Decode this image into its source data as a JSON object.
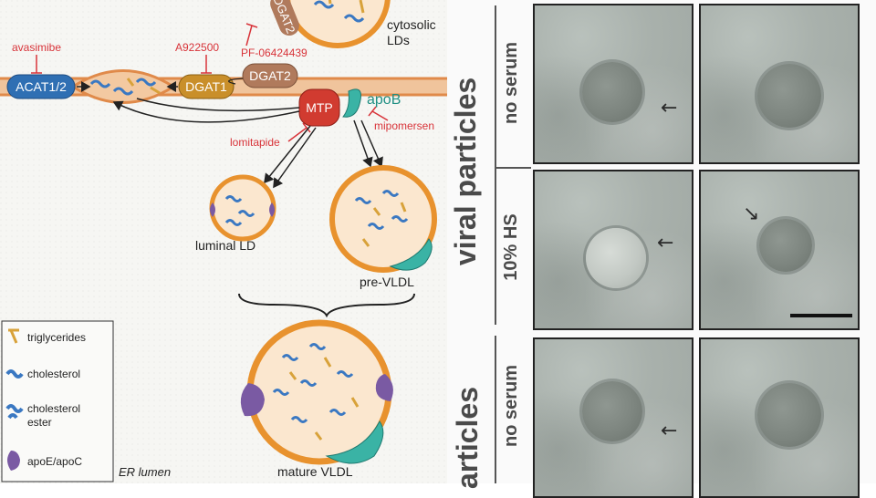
{
  "diagram": {
    "inhibitors": {
      "avasimibe": "avasimibe",
      "a922500": "A922500",
      "pf06424439": "PF-06424439",
      "lomitapide": "lomitapide",
      "mipomersen": "mipomersen"
    },
    "enzymes": {
      "acat": "ACAT1/2",
      "dgat1": "DGAT1",
      "dgat2": "DGAT2",
      "dgat2_top": "DGAT2",
      "mtp": "MTP",
      "apob": "apoB"
    },
    "labels": {
      "cytosolic_line1": "cytosolic",
      "cytosolic_line2": "LDs",
      "luminal_ld": "luminal LD",
      "pre_vldl": "pre-VLDL",
      "mature_vldl": "mature VLDL",
      "er_lumen": "ER lumen"
    },
    "legend": {
      "triglycerides": "triglycerides",
      "cholesterol": "cholesterol",
      "cholesterol_ester_line1": "cholesterol",
      "cholesterol_ester_line2": "ester",
      "apoe_apoc": "apoE/apoC"
    },
    "colors": {
      "er_membrane": "#e9a36b",
      "droplet_border": "#e8922e",
      "droplet_fill": "#fbe7cf",
      "inhibitor_red": "#d8343a",
      "acat_blue": "#2f6fb3",
      "dgat1_gold": "#c98f2a",
      "dgat2_brown": "#b07a5c",
      "mtp_red": "#d13b30",
      "apob_teal": "#3ab3a5",
      "apoe_purple": "#7a5aa3"
    }
  },
  "micrographs": {
    "group_labels": {
      "viral_particles": "viral particles",
      "particles_bottom": "articles"
    },
    "row_labels": {
      "row1": "no serum",
      "row2": "10% HS",
      "row3": "no serum"
    }
  }
}
